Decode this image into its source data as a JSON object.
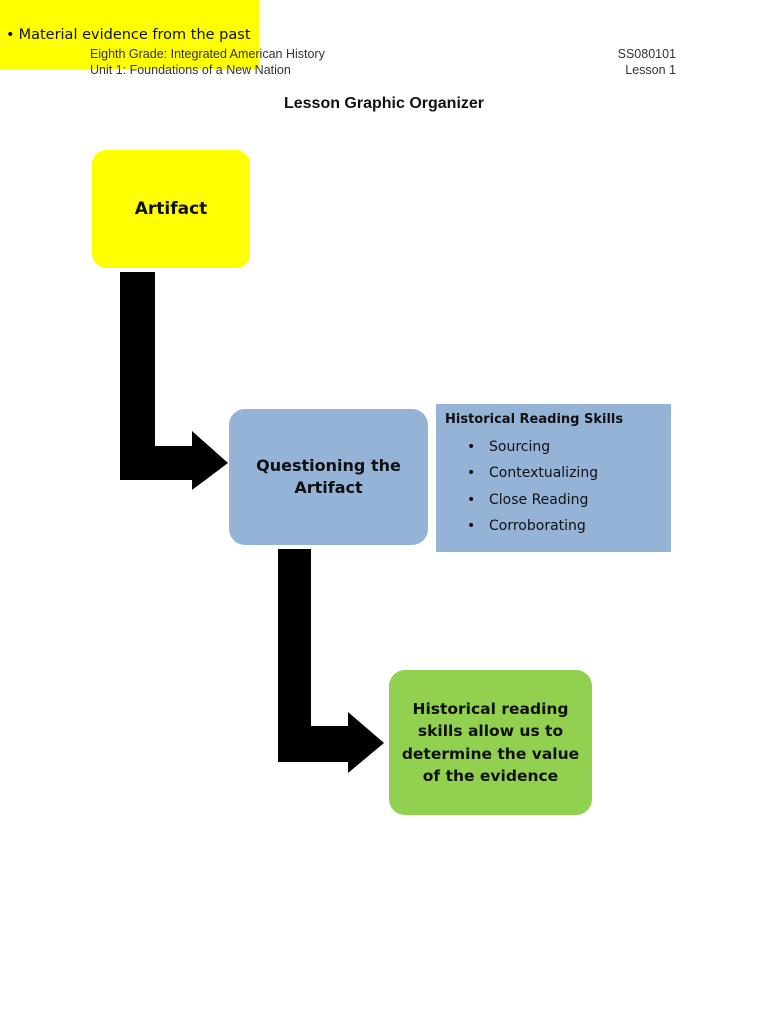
{
  "header": {
    "left_line1": "Eighth Grade: Integrated American History",
    "left_line2": "Unit 1: Foundations of a New Nation",
    "right_line1": "SS080101",
    "right_line2": "Lesson 1"
  },
  "title": "Lesson Graphic Organizer",
  "organizer": {
    "artifact_label": "Artifact",
    "artifact_definition": "Material evidence from the past",
    "questioning_label": "Questioning the Artifact",
    "skills_title": "Historical Reading Skills",
    "skills": [
      "Sourcing",
      "Contextualizing",
      "Close Reading",
      "Corroborating"
    ],
    "conclusion": "Historical reading skills allow us to determine the value of the evidence",
    "colors": {
      "artifact": "#ffff00",
      "questioning": "#95b3d7",
      "conclusion": "#92d050",
      "arrows": "#000000"
    }
  }
}
